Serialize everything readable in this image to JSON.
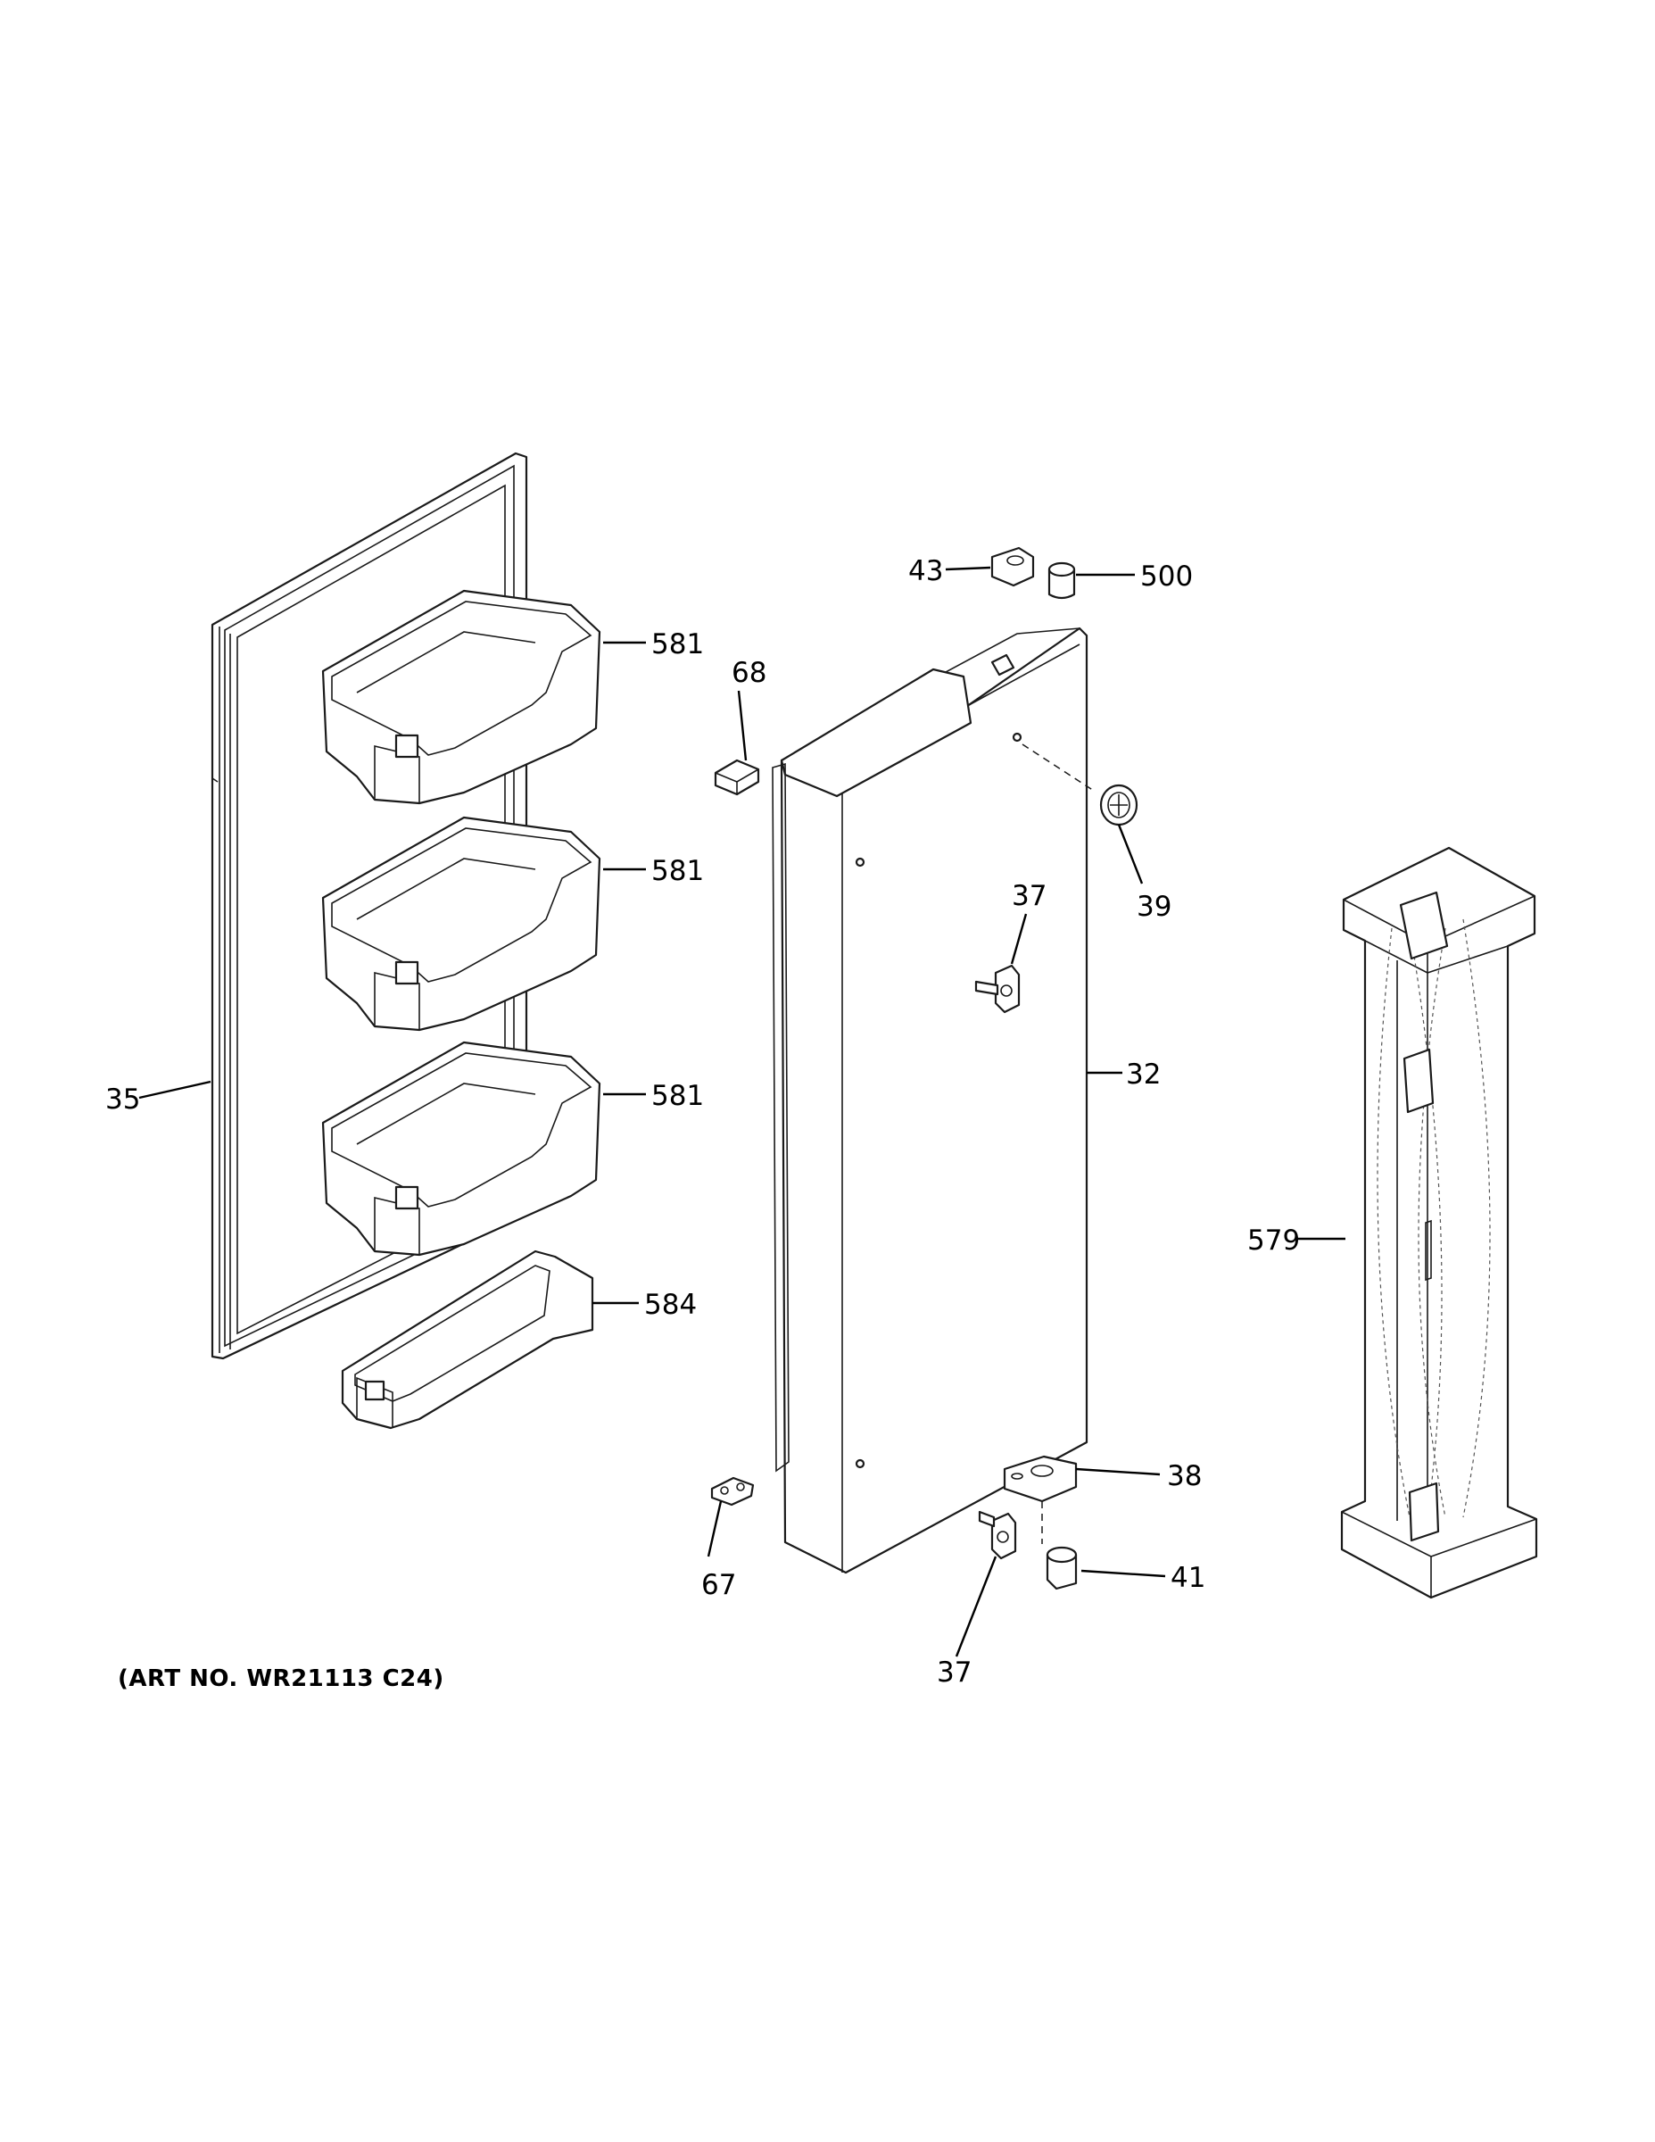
{
  "callouts": {
    "door_gasket": "35",
    "door_bin_1": "581",
    "door_bin_2": "581",
    "door_bin_3": "581",
    "door_bin_small": "584",
    "door_stop": "68",
    "door_stop_lower": "67",
    "cam_top": "43",
    "bushing_top": "500",
    "plug_button": "39",
    "screw_upper": "37",
    "screw_lower": "37",
    "door_assembly": "32",
    "hinge_bottom": "38",
    "bushing_bottom": "41",
    "door_channel": "579"
  },
  "footer": {
    "art_number": "(ART NO. WR21113 C24)"
  }
}
